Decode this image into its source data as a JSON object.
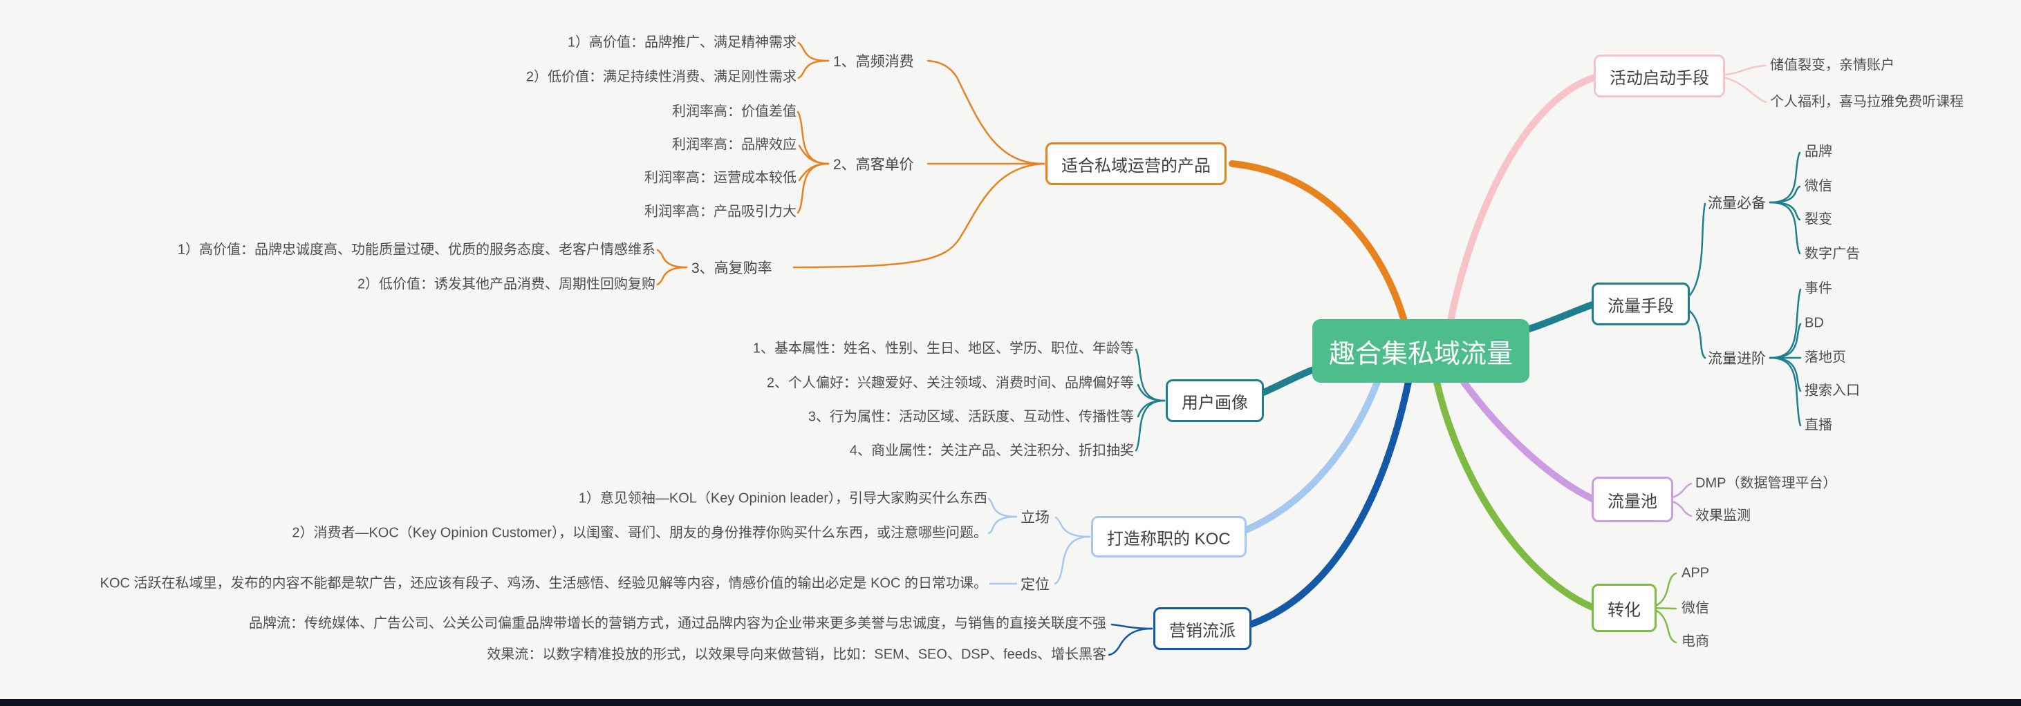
{
  "colors": {
    "bg": "#f6f6f5",
    "central-green": "#4dbe8b",
    "orange": "#e8821e",
    "teal": "#1f7f8e",
    "lightblue": "#a4c8f0",
    "blue": "#1459a8",
    "pink": "#f7c3c8",
    "purple": "#cb9ce2",
    "green": "#7fba42",
    "text-dark": "#3f3f3f",
    "text-leaf": "#4e4e4e",
    "bottom-bar": "#0c1422"
  },
  "central": {
    "label": "趣合集私域流量"
  },
  "product": {
    "label": "适合私域运营的产品",
    "subs": [
      {
        "label": "1、高频消费",
        "children": [
          "1）高价值：品牌推广、满足精神需求",
          "2）低价值：满足持续性消费、满足刚性需求"
        ]
      },
      {
        "label": "2、高客单价",
        "children": [
          "利润率高：价值差值",
          "利润率高：品牌效应",
          "利润率高：运营成本较低",
          "利润率高：产品吸引力大"
        ]
      },
      {
        "label": "3、高复购率",
        "children": [
          "1）高价值：品牌忠诚度高、功能质量过硬、优质的服务态度、老客户情感维系",
          "2）低价值：诱发其他产品消费、周期性回购复购"
        ]
      }
    ]
  },
  "persona": {
    "label": "用户画像",
    "children": [
      "1、基本属性：姓名、性别、生日、地区、学历、职位、年龄等",
      "2、个人偏好：兴趣爱好、关注领域、消费时间、品牌偏好等",
      "3、行为属性：活动区域、活跃度、互动性、传播性等",
      "4、商业属性：关注产品、关注积分、折扣抽奖"
    ]
  },
  "koc": {
    "label": "打造称职的 KOC",
    "subs": [
      {
        "label": "立场",
        "children": [
          "1）意见领袖—KOL（Key Opinion leader），引导大家购买什么东西",
          "2）消费者—KOC（Key Opinion Customer），以闺蜜、哥们、朋友的身份推荐你购买什么东西，或注意哪些问题。"
        ]
      },
      {
        "label": "定位",
        "children": [
          "KOC 活跃在私域里，发布的内容不能都是软广告，还应该有段子、鸡汤、生活感悟、经验见解等内容，情感价值的输出必定是 KOC 的日常功课。"
        ]
      }
    ]
  },
  "marketing": {
    "label": "营销流派",
    "children": [
      "品牌流：传统媒体、广告公司、公关公司偏重品牌带增长的营销方式，通过品牌内容为企业带来更多美誉与忠诚度，与销售的直接关联度不强",
      "效果流：以数字精准投放的形式，以效果导向来做营销，比如：SEM、SEO、DSP、feeds、增长黑客"
    ]
  },
  "activity": {
    "label": "活动启动手段",
    "children": [
      "储值裂变，亲情账户",
      "个人福利，喜马拉雅免费听课程"
    ]
  },
  "traffic": {
    "label": "流量手段",
    "subs": [
      {
        "label": "流量必备",
        "children": [
          "品牌",
          "微信",
          "裂变",
          "数字广告"
        ]
      },
      {
        "label": "流量进阶",
        "children": [
          "事件",
          "BD",
          "落地页",
          "搜索入口",
          "直播"
        ]
      }
    ]
  },
  "pool": {
    "label": "流量池",
    "children": [
      "DMP（数据管理平台）",
      "效果监测"
    ]
  },
  "conversion": {
    "label": "转化",
    "children": [
      "APP",
      "微信",
      "电商"
    ]
  }
}
